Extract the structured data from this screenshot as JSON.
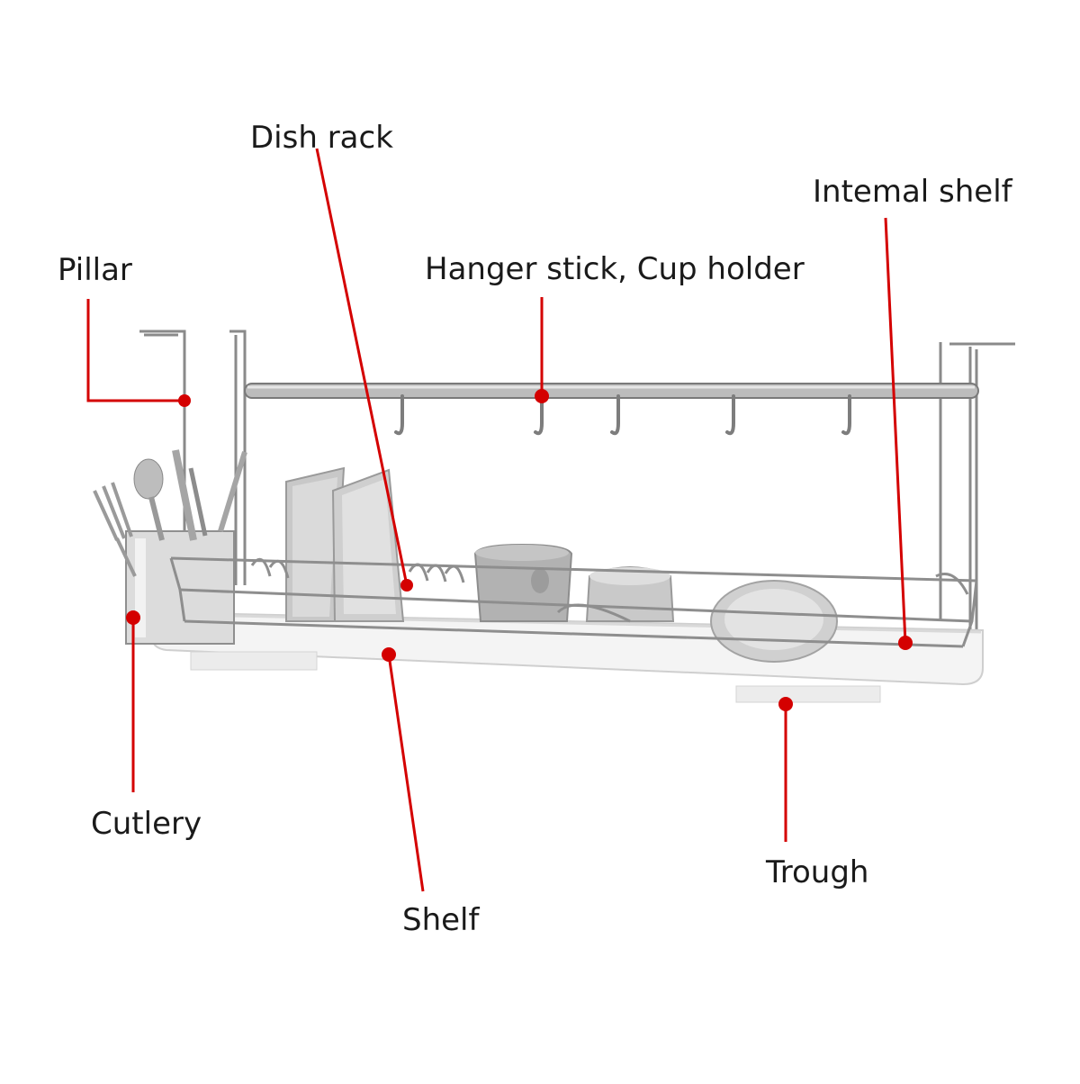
{
  "labels": {
    "dish_rack": "Dish rack",
    "internal_shelf": "Intemal shelf",
    "pillar": "Pillar",
    "hanger_stick": "Hanger stick, Cup holder",
    "cutlery": "Cutlery",
    "shelf": "Shelf",
    "trough": "Trough"
  },
  "colors": {
    "callout": "#d40000",
    "text": "#1a1a1a",
    "metal": "#9a9a9a",
    "metal_dark": "#6f6f6f",
    "tray": "#f2f2f2",
    "dish": "#bdbdbd"
  }
}
